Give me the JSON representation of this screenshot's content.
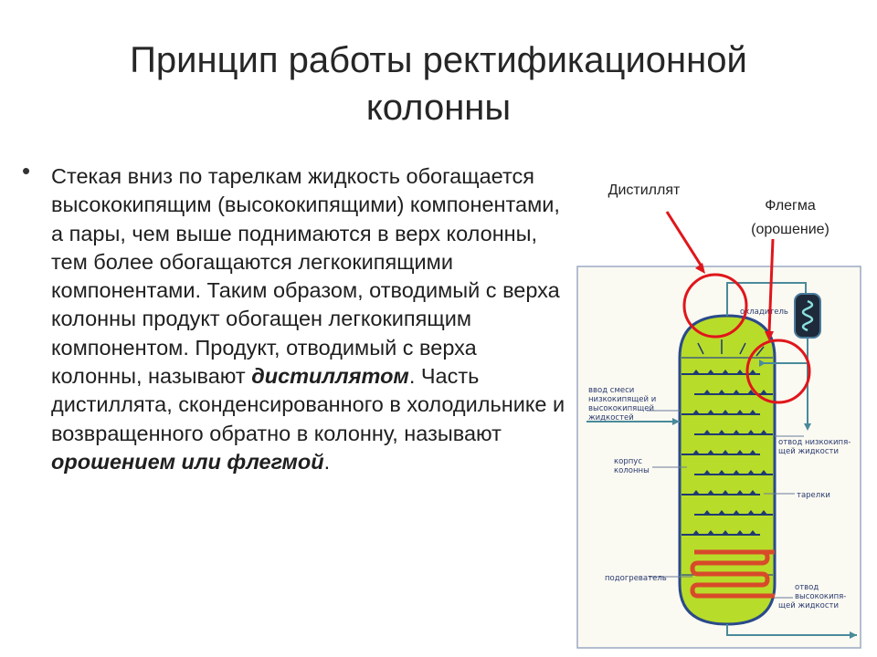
{
  "title_line1": "Принцип работы ректификационной",
  "title_line2": "колонны",
  "bullet": {
    "text_a": "Стекая вниз по тарелкам жидкость обогащается высококипящим (высококипящими) компонентами, а пары, чем выше поднимаются в верх колонны, тем более обогащаются легкокипящими компонентами. Таким образом, отводимый с верха колонны продукт обогащен легкокипящим компонентом. Продукт, отводимый с верха колонны, называют ",
    "emph_1": "дистиллятом",
    "text_b": ". Часть дистиллята, сконденсированного в холодильнике и возвращенного обратно в колонну, называют ",
    "emph_2": "орошением или флегмой",
    "text_c": "."
  },
  "callouts": {
    "distillate": "Дистиллят",
    "reflux_line1": "Флегма",
    "reflux_line2": "(орошение)"
  },
  "diagram_labels": {
    "cooler": "охладитель",
    "feed_1": "ввод смеси",
    "feed_2": "низкокипящей и",
    "feed_3": "высококипящей",
    "feed_4": "жидкостей",
    "body_1": "корпус",
    "body_2": "колонны",
    "trays": "тарелки",
    "heater": "подогреватель",
    "low_out_1": "отвод низкокипя-",
    "low_out_2": "щей жидкости",
    "high_out_1": "отвод",
    "high_out_2": "высококипя-",
    "high_out_3": "щей жидкости"
  },
  "colors": {
    "column_fill": "#b8dc2a",
    "outline": "#2a4a8a",
    "callout_red": "#e0161c",
    "heater": "#d84a2a"
  }
}
